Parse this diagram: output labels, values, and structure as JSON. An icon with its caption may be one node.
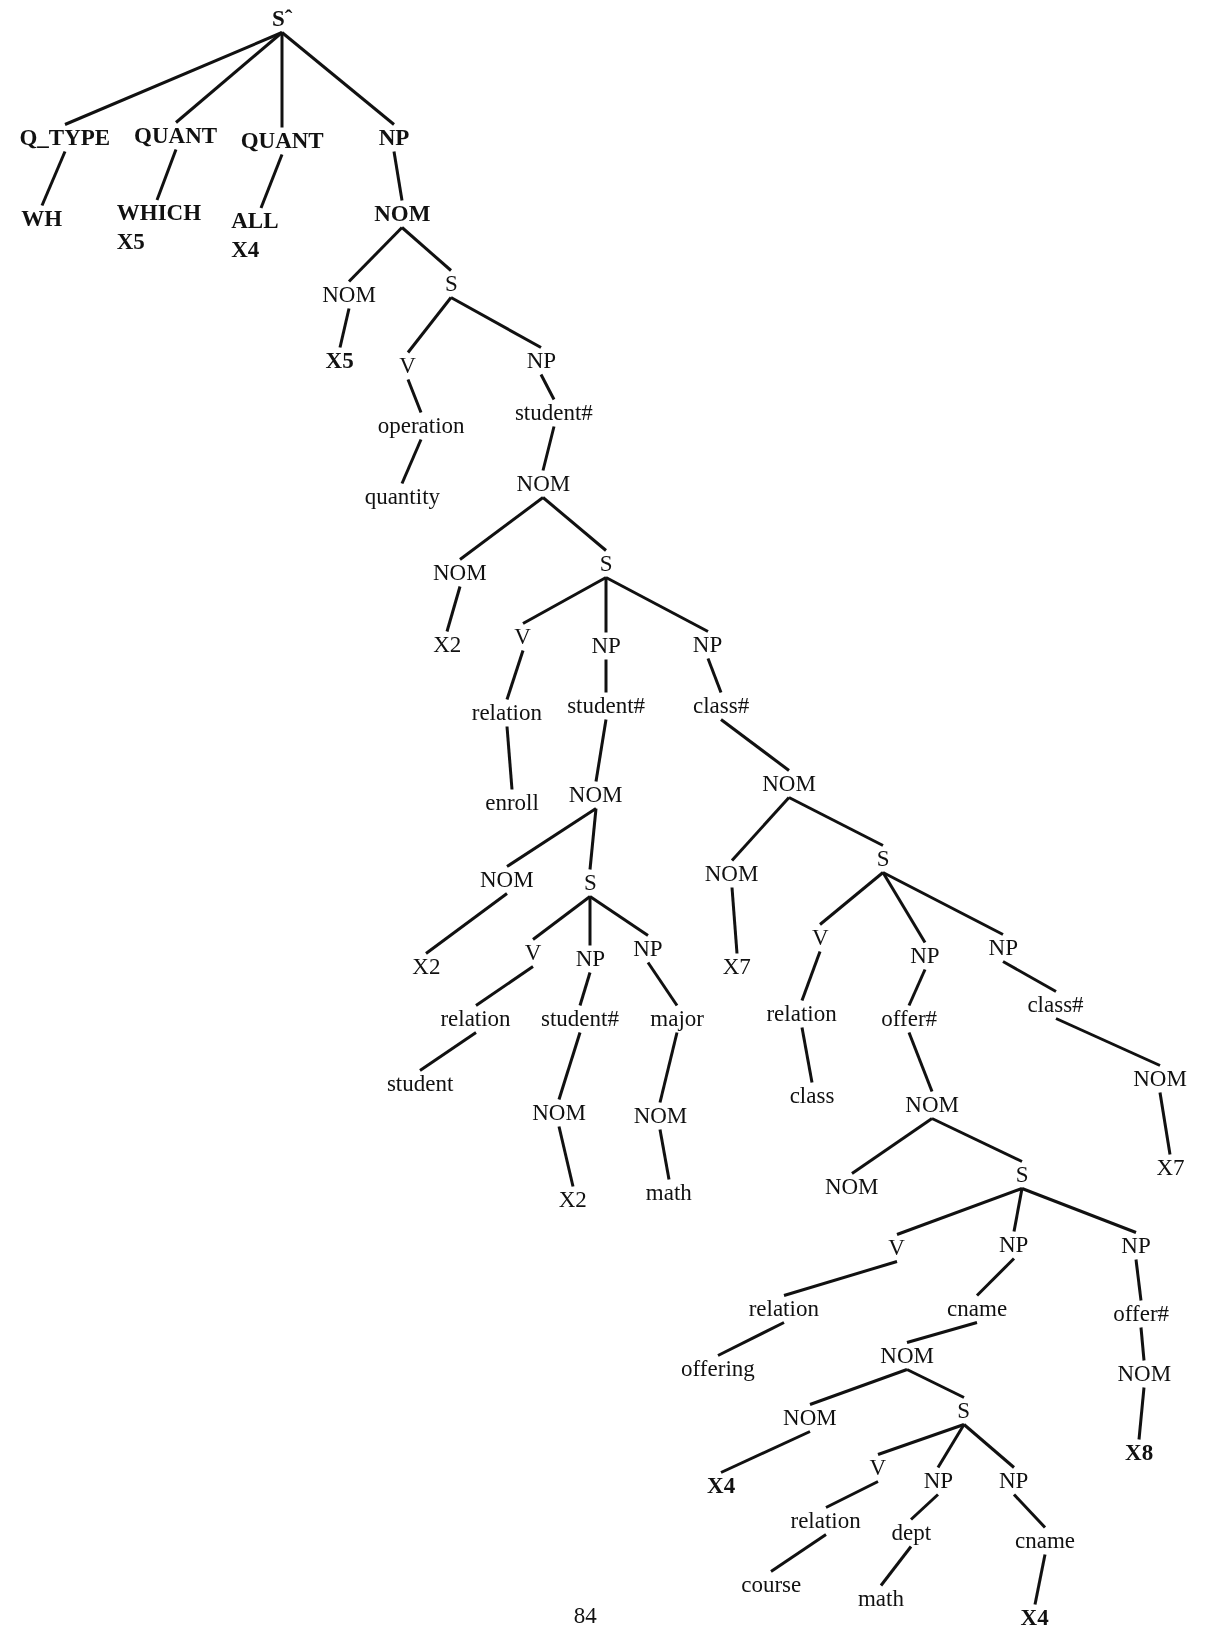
{
  "diagram": {
    "nodes": [
      {
        "text": [
          "Sˆ"
        ]
      },
      {
        "text": [
          "Q_TYPE"
        ]
      },
      {
        "text": [
          "QUANT"
        ]
      },
      {
        "text": [
          "QUANT"
        ]
      },
      {
        "text": [
          "NP"
        ]
      },
      {
        "text": [
          "WH"
        ]
      },
      {
        "text": [
          "WHICH X5"
        ]
      },
      {
        "text": [
          "ALL X4"
        ]
      },
      {
        "text": [
          "NOM"
        ]
      },
      {
        "text": [
          "NOM"
        ]
      },
      {
        "text": [
          "S"
        ]
      },
      {
        "text": [
          "X5"
        ]
      },
      {
        "text": [
          "V"
        ]
      },
      {
        "text": [
          "NP"
        ]
      },
      {
        "text": [
          "operation"
        ]
      },
      {
        "text": [
          "student#"
        ]
      },
      {
        "text": [
          "quantity"
        ]
      },
      {
        "text": [
          "NOM"
        ]
      },
      {
        "text": [
          "NOM"
        ]
      },
      {
        "text": [
          "S"
        ]
      },
      {
        "text": [
          "X2"
        ]
      },
      {
        "text": [
          "V"
        ]
      },
      {
        "text": [
          "NP"
        ]
      },
      {
        "text": [
          "NP"
        ]
      },
      {
        "text": [
          "relation"
        ]
      },
      {
        "text": [
          "student#"
        ]
      },
      {
        "text": [
          "class#"
        ]
      },
      {
        "text": [
          "enroll"
        ]
      },
      {
        "text": [
          "NOM"
        ]
      },
      {
        "text": [
          "NOM"
        ]
      },
      {
        "text": [
          "NOM"
        ]
      },
      {
        "text": [
          "S"
        ]
      },
      {
        "text": [
          "NOM"
        ]
      },
      {
        "text": [
          "S"
        ]
      },
      {
        "text": [
          "X2"
        ]
      },
      {
        "text": [
          "V"
        ]
      },
      {
        "text": [
          "NP"
        ]
      },
      {
        "text": [
          "NP"
        ]
      },
      {
        "text": [
          "X7"
        ]
      },
      {
        "text": [
          "V"
        ]
      },
      {
        "text": [
          "NP"
        ]
      },
      {
        "text": [
          "NP"
        ]
      },
      {
        "text": [
          "relation"
        ]
      },
      {
        "text": [
          "student#"
        ]
      },
      {
        "text": [
          "major"
        ]
      },
      {
        "text": [
          "relation"
        ]
      },
      {
        "text": [
          "offer#"
        ]
      },
      {
        "text": [
          "class#"
        ]
      },
      {
        "text": [
          "student"
        ]
      },
      {
        "text": [
          "NOM"
        ]
      },
      {
        "text": [
          "NOM"
        ]
      },
      {
        "text": [
          "class"
        ]
      },
      {
        "text": [
          "NOM"
        ]
      },
      {
        "text": [
          "NOM"
        ]
      },
      {
        "text": [
          "X2"
        ]
      },
      {
        "text": [
          "math"
        ]
      },
      {
        "text": [
          "NOM"
        ]
      },
      {
        "text": [
          "S"
        ]
      },
      {
        "text": [
          "X7"
        ]
      },
      {
        "text": [
          "V"
        ]
      },
      {
        "text": [
          "NP"
        ]
      },
      {
        "text": [
          "NP"
        ]
      },
      {
        "text": [
          "relation"
        ]
      },
      {
        "text": [
          "cname"
        ]
      },
      {
        "text": [
          "offer#"
        ]
      },
      {
        "text": [
          "offering"
        ]
      },
      {
        "text": [
          "NOM"
        ]
      },
      {
        "text": [
          "NOM"
        ]
      },
      {
        "text": [
          "NOM"
        ]
      },
      {
        "text": [
          "S"
        ]
      },
      {
        "text": [
          "X8"
        ]
      },
      {
        "text": [
          "X4"
        ]
      },
      {
        "text": [
          "V"
        ]
      },
      {
        "text": [
          "NP"
        ]
      },
      {
        "text": [
          "NP"
        ]
      },
      {
        "text": [
          "relation"
        ]
      },
      {
        "text": [
          "dept"
        ]
      },
      {
        "text": [
          "cname"
        ]
      },
      {
        "text": [
          "course"
        ]
      },
      {
        "text": [
          "math"
        ]
      },
      {
        "text": [
          "X4"
        ]
      }
    ],
    "edges": [
      {
        "from": 0,
        "to": 1,
        "arrow": "none"
      },
      {
        "from": 0,
        "to": 2,
        "arrow": "none"
      },
      {
        "from": 0,
        "to": 3,
        "arrow": "none"
      },
      {
        "from": 0,
        "to": 4,
        "arrow": "none"
      },
      {
        "from": 1,
        "to": 5,
        "arrow": "none"
      },
      {
        "from": 2,
        "to": 6,
        "arrow": "none"
      },
      {
        "from": 3,
        "to": 7,
        "arrow": "none"
      },
      {
        "from": 4,
        "to": 8,
        "arrow": "none"
      },
      {
        "from": 8,
        "to": 9,
        "arrow": "none"
      },
      {
        "from": 8,
        "to": 10,
        "arrow": "none"
      },
      {
        "from": 9,
        "to": 11,
        "arrow": "none"
      },
      {
        "from": 10,
        "to": 12,
        "arrow": "none"
      },
      {
        "from": 10,
        "to": 13,
        "arrow": "none"
      },
      {
        "from": 12,
        "to": 14,
        "arrow": "none"
      },
      {
        "from": 13,
        "to": 15,
        "arrow": "none"
      },
      {
        "from": 14,
        "to": 16,
        "arrow": "none"
      },
      {
        "from": 15,
        "to": 17,
        "arrow": "none"
      },
      {
        "from": 17,
        "to": 18,
        "arrow": "none"
      },
      {
        "from": 17,
        "to": 19,
        "arrow": "none"
      },
      {
        "from": 18,
        "to": 20,
        "arrow": "none"
      },
      {
        "from": 19,
        "to": 21,
        "arrow": "none"
      },
      {
        "from": 19,
        "to": 22,
        "arrow": "none"
      },
      {
        "from": 19,
        "to": 23,
        "arrow": "none"
      },
      {
        "from": 21,
        "to": 24,
        "arrow": "none"
      },
      {
        "from": 22,
        "to": 25,
        "arrow": "none"
      },
      {
        "from": 23,
        "to": 26,
        "arrow": "none"
      },
      {
        "from": 24,
        "to": 27,
        "arrow": "none"
      },
      {
        "from": 25,
        "to": 28,
        "arrow": "none"
      },
      {
        "from": 26,
        "to": 29,
        "arrow": "none"
      },
      {
        "from": 28,
        "to": 30,
        "arrow": "none"
      },
      {
        "from": 28,
        "to": 31,
        "arrow": "none"
      },
      {
        "from": 29,
        "to": 32,
        "arrow": "none"
      },
      {
        "from": 29,
        "to": 33,
        "arrow": "none"
      },
      {
        "from": 30,
        "to": 34,
        "arrow": "none"
      },
      {
        "from": 31,
        "to": 35,
        "arrow": "none"
      },
      {
        "from": 31,
        "to": 36,
        "arrow": "none"
      },
      {
        "from": 31,
        "to": 37,
        "arrow": "none"
      },
      {
        "from": 32,
        "to": 38,
        "arrow": "none"
      },
      {
        "from": 33,
        "to": 39,
        "arrow": "none"
      },
      {
        "from": 33,
        "to": 40,
        "arrow": "none"
      },
      {
        "from": 33,
        "to": 41,
        "arrow": "none"
      },
      {
        "from": 35,
        "to": 42,
        "arrow": "none"
      },
      {
        "from": 36,
        "to": 43,
        "arrow": "none"
      },
      {
        "from": 37,
        "to": 44,
        "arrow": "none"
      },
      {
        "from": 39,
        "to": 45,
        "arrow": "none"
      },
      {
        "from": 40,
        "to": 46,
        "arrow": "none"
      },
      {
        "from": 41,
        "to": 47,
        "arrow": "none"
      },
      {
        "from": 42,
        "to": 48,
        "arrow": "none"
      },
      {
        "from": 43,
        "to": 49,
        "arrow": "none"
      },
      {
        "from": 44,
        "to": 50,
        "arrow": "none"
      },
      {
        "from": 45,
        "to": 51,
        "arrow": "none"
      },
      {
        "from": 46,
        "to": 52,
        "arrow": "none"
      },
      {
        "from": 47,
        "to": 53,
        "arrow": "none"
      },
      {
        "from": 49,
        "to": 54,
        "arrow": "none"
      },
      {
        "from": 50,
        "to": 55,
        "arrow": "none"
      },
      {
        "from": 52,
        "to": 56,
        "arrow": "none"
      },
      {
        "from": 52,
        "to": 57,
        "arrow": "none"
      },
      {
        "from": 53,
        "to": 58,
        "arrow": "none"
      },
      {
        "from": 57,
        "to": 59,
        "arrow": "none"
      },
      {
        "from": 57,
        "to": 60,
        "arrow": "none"
      },
      {
        "from": 57,
        "to": 61,
        "arrow": "none"
      },
      {
        "from": 59,
        "to": 62,
        "arrow": "none"
      },
      {
        "from": 60,
        "to": 63,
        "arrow": "none"
      },
      {
        "from": 61,
        "to": 64,
        "arrow": "none"
      },
      {
        "from": 62,
        "to": 65,
        "arrow": "none"
      },
      {
        "from": 63,
        "to": 66,
        "arrow": "none"
      },
      {
        "from": 64,
        "to": 67,
        "arrow": "none"
      },
      {
        "from": 66,
        "to": 68,
        "arrow": "none"
      },
      {
        "from": 66,
        "to": 69,
        "arrow": "none"
      },
      {
        "from": 67,
        "to": 70,
        "arrow": "none"
      },
      {
        "from": 68,
        "to": 71,
        "arrow": "none"
      },
      {
        "from": 69,
        "to": 72,
        "arrow": "none"
      },
      {
        "from": 69,
        "to": 73,
        "arrow": "none"
      },
      {
        "from": 69,
        "to": 74,
        "arrow": "none"
      },
      {
        "from": 72,
        "to": 75,
        "arrow": "none"
      },
      {
        "from": 73,
        "to": 76,
        "arrow": "none"
      },
      {
        "from": 74,
        "to": 77,
        "arrow": "none"
      },
      {
        "from": 75,
        "to": 78,
        "arrow": "none"
      },
      {
        "from": 76,
        "to": 79,
        "arrow": "none"
      },
      {
        "from": 77,
        "to": 80,
        "arrow": "none"
      }
    ],
    "labels": [
      "84"
    ]
  }
}
